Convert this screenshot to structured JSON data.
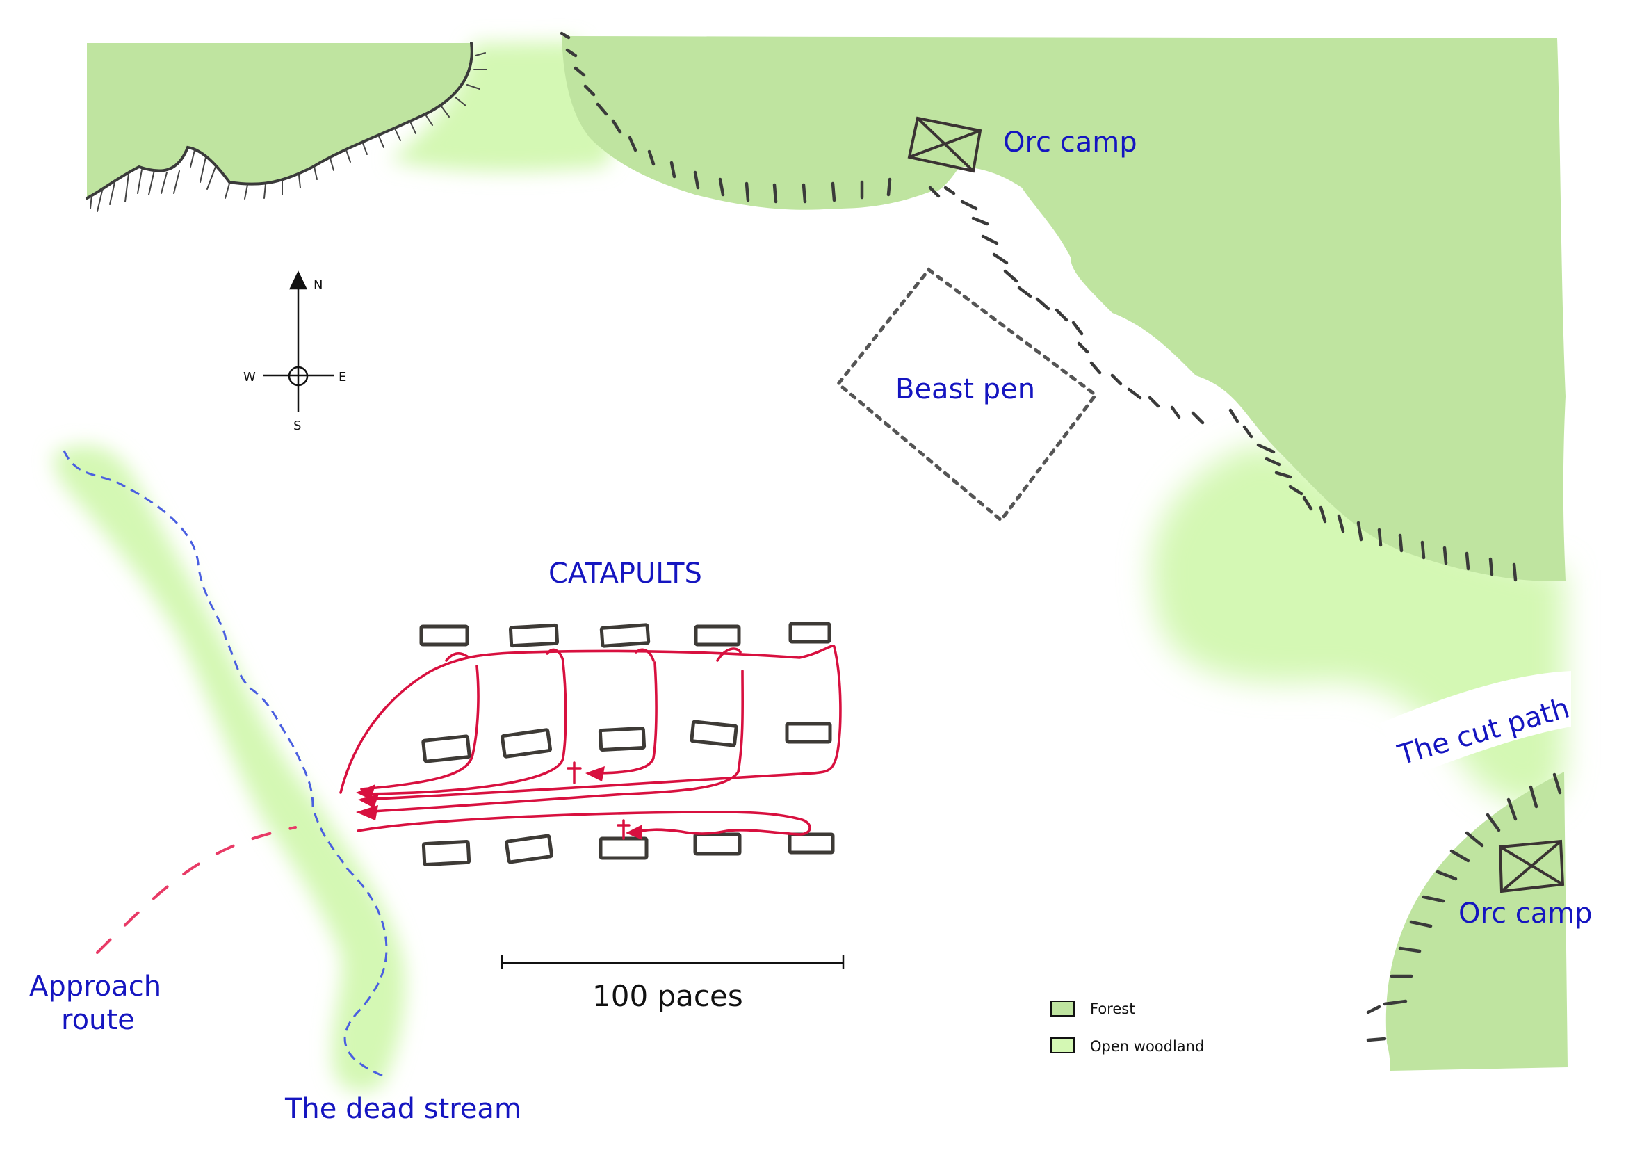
{
  "labels": {
    "orc_camp_north": "Orc camp",
    "orc_camp_east": "Orc camp",
    "beast_pen": "Beast pen",
    "catapults": "CATAPULTS",
    "cut_path": "The cut path",
    "approach_line1": "Approach",
    "approach_line2": "route",
    "dead_stream": "The dead stream"
  },
  "compass": {
    "n": "N",
    "s": "S",
    "e": "E",
    "w": "W"
  },
  "scale_bar": {
    "label": "100 paces"
  },
  "legend": [
    {
      "label": "Forest",
      "color": "#bfe4a0"
    },
    {
      "label": "Open woodland",
      "color": "#d4f8b4"
    }
  ],
  "colors": {
    "forest": "#bfe4a0",
    "open_woodland": "#d4f8b4",
    "label_text": "#1515c0",
    "route": "#d8103f",
    "stream": "#4a5fe0",
    "ink": "#3a3a3a"
  },
  "icons": [
    "compass-rose-icon",
    "orc-camp-icon",
    "catapult-icon",
    "grave-marker-icon",
    "arrowhead-icon"
  ]
}
